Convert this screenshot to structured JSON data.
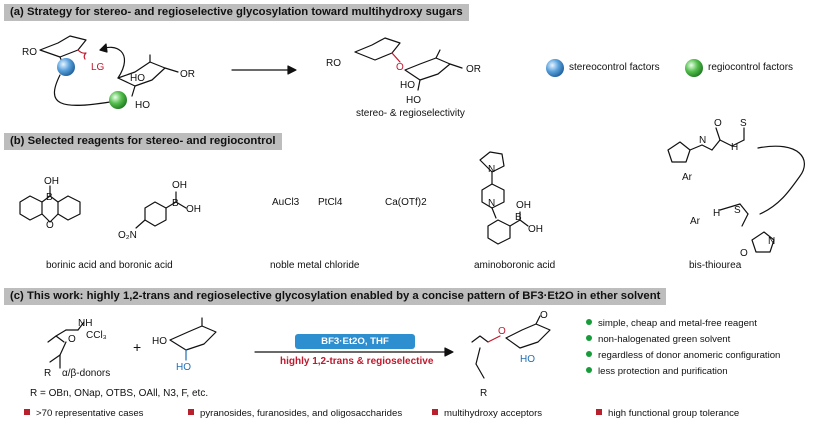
{
  "panel_a": {
    "header": "(a) Strategy for stereo- and regioselective glycosylation toward multihydroxy sugars",
    "caption": "stereo- & regioselectivity",
    "legend_stereo": "stereocontrol factors",
    "legend_regio": "regiocontrol factors",
    "colors": {
      "stereo_ball": "#3a86c6",
      "regio_ball": "#3da83a",
      "red_label": "#c0182d"
    }
  },
  "panel_b": {
    "header": "(b) Selected reagents for stereo- and regiocontrol",
    "labels": [
      "borinic acid and boronic acid",
      "noble metal chloride",
      "aminoboronic acid",
      "bis-thiourea"
    ],
    "metal_reagents": [
      "AuCl3",
      "PtCl4",
      "Ca(OTf)2"
    ]
  },
  "panel_c": {
    "header": "(c) This work: highly 1,2-trans and regioselective glycosylation enabled by a concise pattern of BF3·Et2O in ether solvent",
    "reagent_box": "BF3·Et2O, THF",
    "arrow_caption": "highly 1,2-trans & regioselective",
    "donor_label": "α/β-donors",
    "r_groups": "R = OBn, ONap, OTBS, OAll, N3, F, etc.",
    "bullets": [
      "simple, cheap and metal-free reagent",
      "non-halogenated green solvent",
      "regardless of donor anomeric configuration",
      "less protection and purification"
    ],
    "features": [
      ">70 representative cases",
      "pyranosides, furanosides, and oligosaccharides",
      "multihydroxy acceptors",
      "high functional group tolerance"
    ],
    "colors": {
      "box_blue": "#2e8fd0",
      "bullet_green": "#169c3a",
      "square_red": "#b8212c"
    }
  }
}
